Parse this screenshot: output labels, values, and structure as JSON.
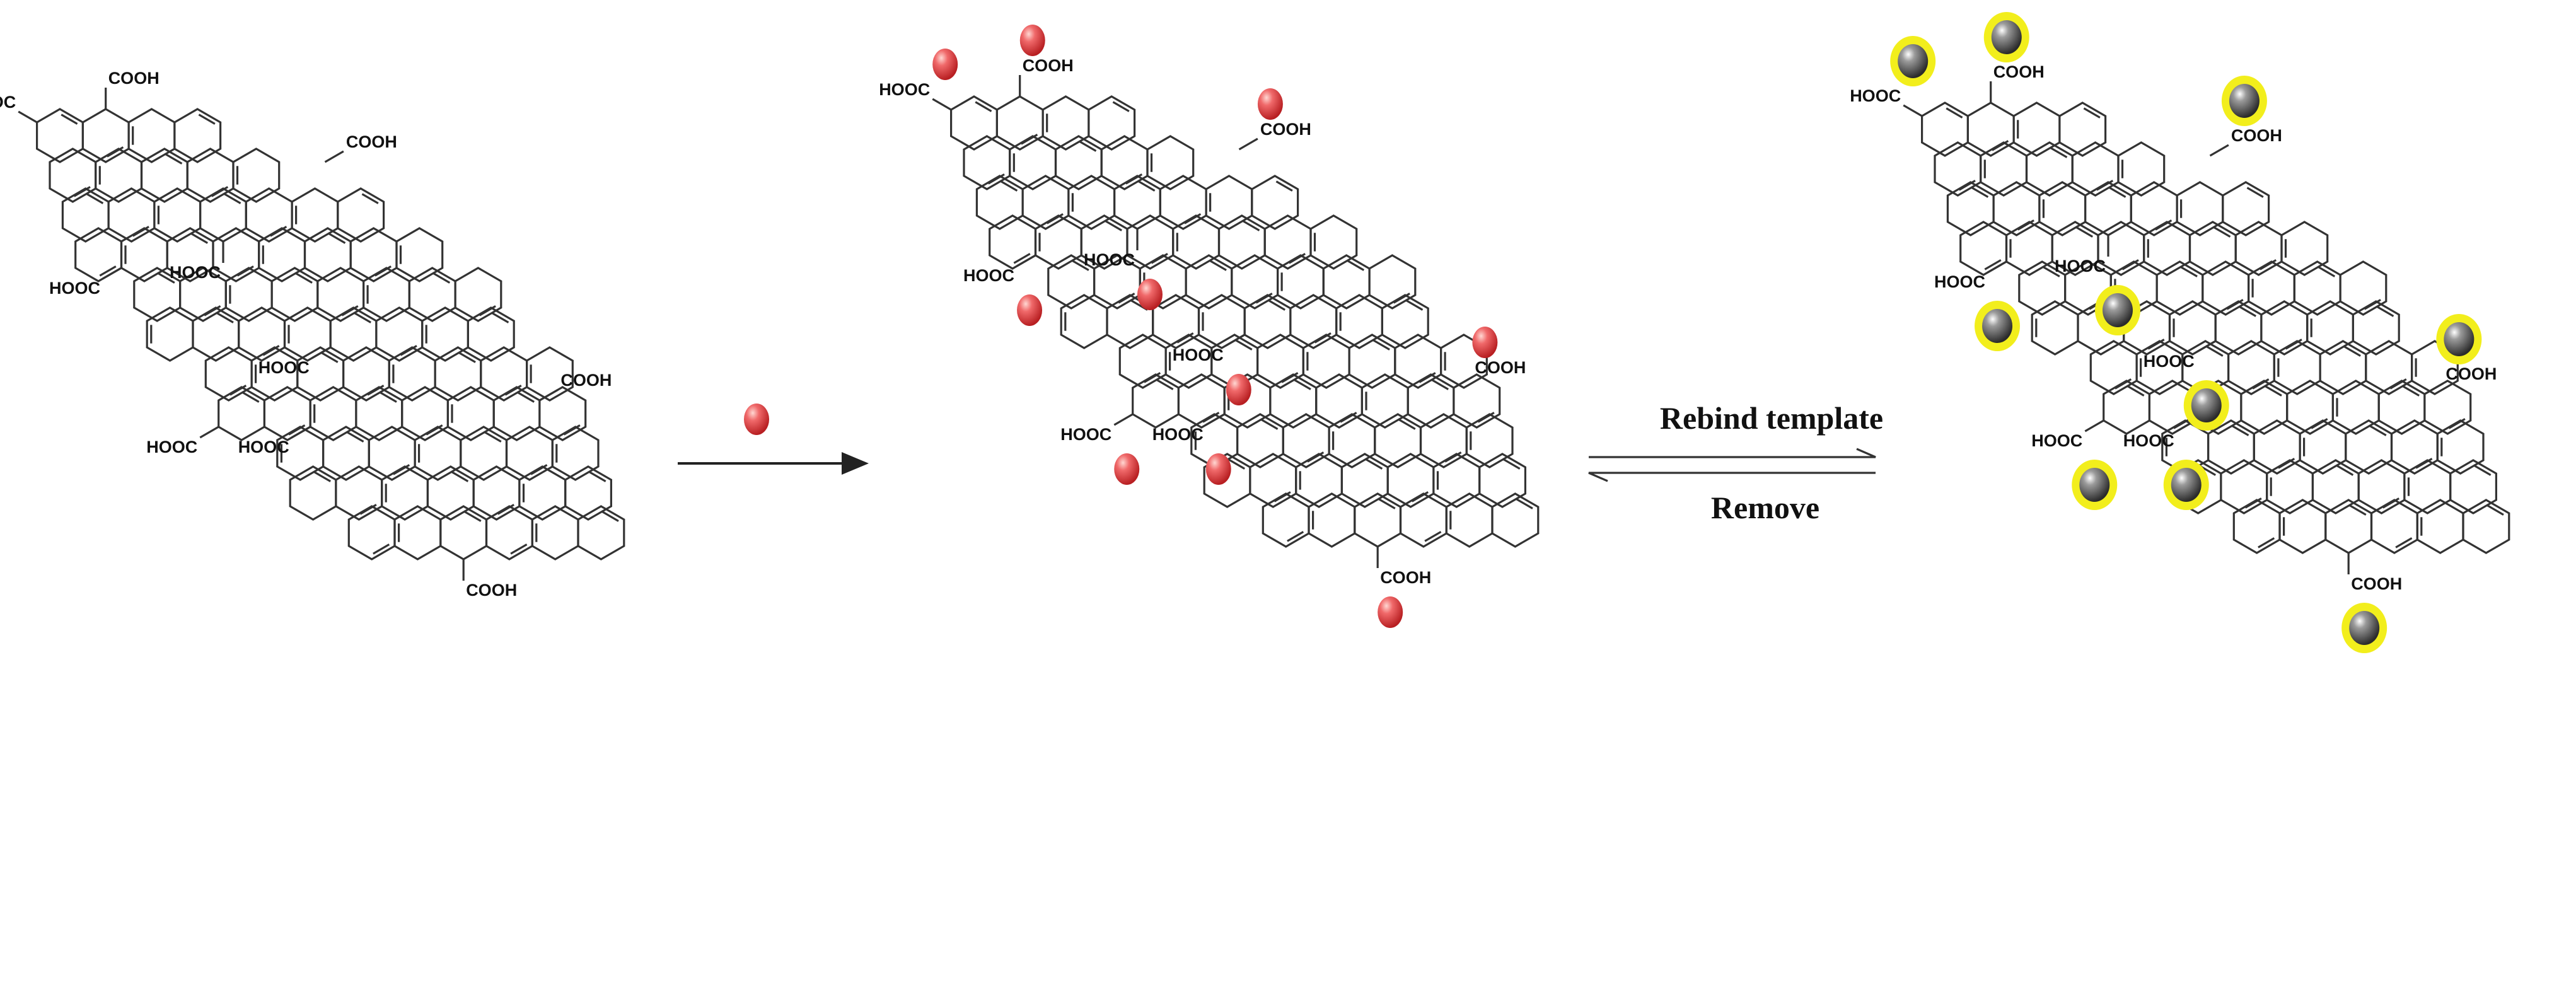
{
  "title": "",
  "panels": [
    {
      "id": "graphene-oxide",
      "labels": [
        {
          "text": "COOH",
          "ring": [
            1,
            0
          ],
          "vertex": 0
        },
        {
          "text": "HOOC",
          "ring": [
            0,
            0
          ],
          "vertex": 5
        },
        {
          "text": "COOH",
          "ring": [
            5,
            1
          ],
          "vertex": 1
        },
        {
          "text": "HOOC",
          "ring": [
            3,
            2
          ],
          "vertex": 3
        },
        {
          "text": "HOOC",
          "ring": [
            1,
            3
          ],
          "vertex": 4
        },
        {
          "text": "HOOC",
          "ring": [
            5,
            5
          ],
          "vertex": 4
        },
        {
          "text": "COOH",
          "ring": [
            8,
            7
          ],
          "vertex": 1
        },
        {
          "text": "HOOC",
          "ring": [
            4,
            7
          ],
          "vertex": 4
        },
        {
          "text": "HOOC",
          "ring": [
            2,
            7
          ],
          "vertex": 4
        },
        {
          "text": "COOH",
          "ring": [
            6,
            10
          ],
          "vertex": 3
        }
      ]
    },
    {
      "id": "template-bound",
      "labels": [
        {
          "text": "COOH",
          "ring": [
            1,
            0
          ],
          "vertex": 0
        },
        {
          "text": "HOOC",
          "ring": [
            0,
            0
          ],
          "vertex": 5
        },
        {
          "text": "COOH",
          "ring": [
            5,
            1
          ],
          "vertex": 1
        },
        {
          "text": "HOOC",
          "ring": [
            3,
            2
          ],
          "vertex": 3
        },
        {
          "text": "HOOC",
          "ring": [
            1,
            3
          ],
          "vertex": 4
        },
        {
          "text": "HOOC",
          "ring": [
            5,
            5
          ],
          "vertex": 4
        },
        {
          "text": "COOH",
          "ring": [
            8,
            7
          ],
          "vertex": 1
        },
        {
          "text": "HOOC",
          "ring": [
            4,
            7
          ],
          "vertex": 4
        },
        {
          "text": "HOOC",
          "ring": [
            2,
            7
          ],
          "vertex": 4
        },
        {
          "text": "COOH",
          "ring": [
            6,
            10
          ],
          "vertex": 3
        }
      ]
    },
    {
      "id": "imprinted",
      "labels": [
        {
          "text": "COOH",
          "ring": [
            1,
            0
          ],
          "vertex": 0
        },
        {
          "text": "HOOC",
          "ring": [
            0,
            0
          ],
          "vertex": 5
        },
        {
          "text": "COOH",
          "ring": [
            5,
            1
          ],
          "vertex": 1
        },
        {
          "text": "HOOC",
          "ring": [
            3,
            2
          ],
          "vertex": 3
        },
        {
          "text": "HOOC",
          "ring": [
            1,
            3
          ],
          "vertex": 4
        },
        {
          "text": "HOOC",
          "ring": [
            5,
            5
          ],
          "vertex": 4
        },
        {
          "text": "COOH",
          "ring": [
            8,
            7
          ],
          "vertex": 1
        },
        {
          "text": "HOOC",
          "ring": [
            4,
            7
          ],
          "vertex": 4
        },
        {
          "text": "HOOC",
          "ring": [
            2,
            7
          ],
          "vertex": 4
        },
        {
          "text": "COOH",
          "ring": [
            6,
            10
          ],
          "vertex": 3
        }
      ]
    }
  ],
  "arrows": {
    "forward_label": "",
    "rebind_label": "Rebind template",
    "remove_label": "Remove"
  },
  "colors": {
    "bond": "#333333",
    "template_red": "#e0403f",
    "template_gray": "#6d6d6d",
    "halo_yellow": "#f2ee1c"
  },
  "icons": {
    "template_molecule": "red-sphere",
    "rebound_template": "gray-sphere-yellow-halo"
  }
}
